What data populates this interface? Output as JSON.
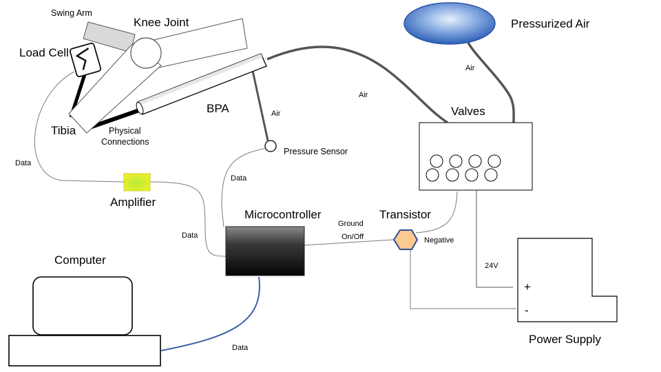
{
  "labels": {
    "swing_arm": "Swing Arm",
    "knee_joint": "Knee Joint",
    "load_cell": "Load Cell",
    "tibia": "Tibia",
    "physical_connections_1": "Physical",
    "physical_connections_2": "Connections",
    "bpa": "BPA",
    "pressurized_air": "Pressurized Air",
    "valves": "Valves",
    "pressure_sensor": "Pressure Sensor",
    "amplifier": "Amplifier",
    "microcontroller": "Microcontroller",
    "transistor": "Transistor",
    "computer": "Computer",
    "power_supply": "Power Supply",
    "plus": "+",
    "minus": "-"
  },
  "connections": {
    "air_sensor": "Air",
    "air_valves_bpa": "Air",
    "air_tank": "Air",
    "data_load_cell": "Data",
    "data_amplifier": "Data",
    "data_sensor": "Data",
    "data_computer": "Data",
    "ground": "Ground",
    "on_off": "On/Off",
    "negative": "Negative",
    "volts": "24V"
  },
  "colors": {
    "air_tank_fill": "#3a6fc4",
    "amplifier_fill": "#e8ee2a",
    "transistor_fill": "#fcc990",
    "data_cable_blue": "#3a5fa8",
    "tube_gray": "#555555"
  }
}
